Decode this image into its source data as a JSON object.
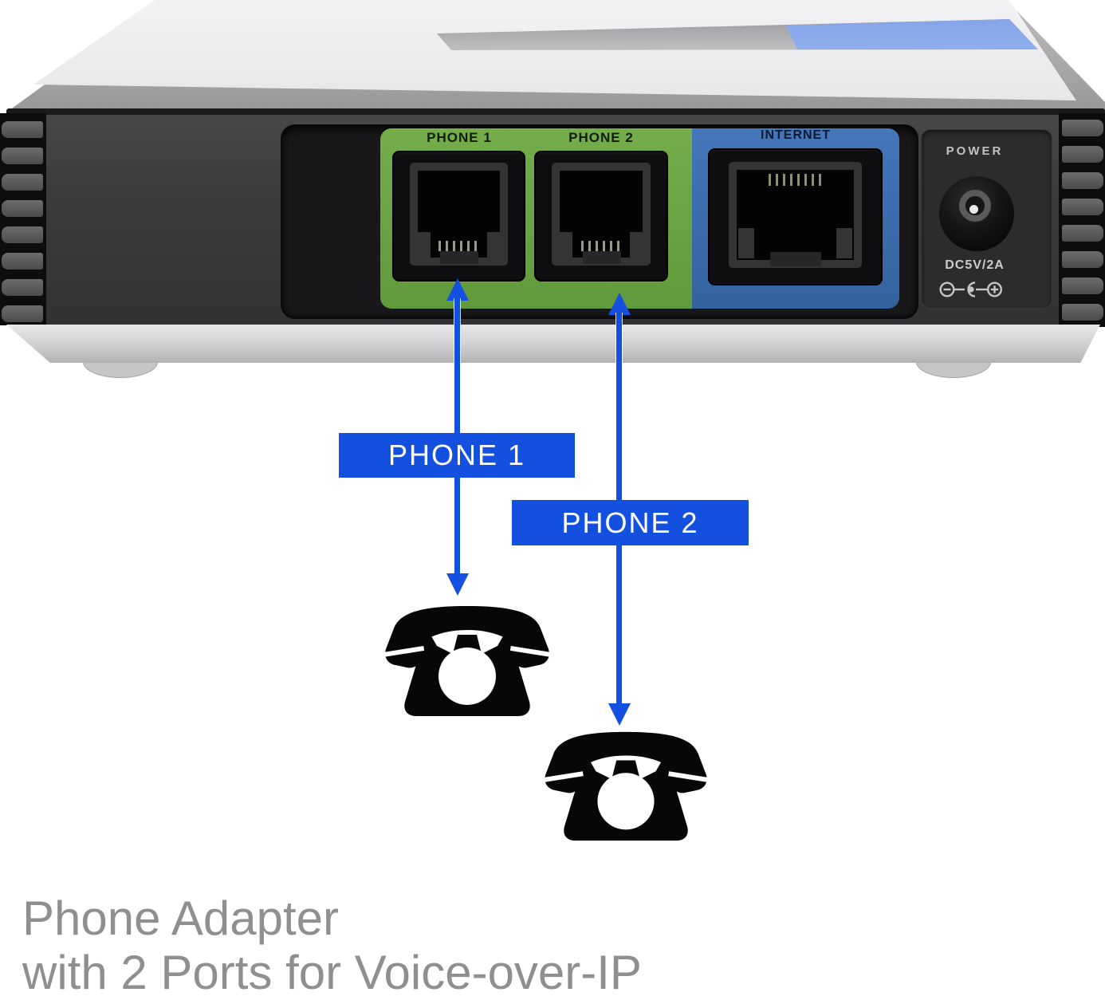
{
  "device": {
    "description": "VoIP phone adapter rear panel",
    "port_labels": {
      "phone1": "PHONE 1",
      "phone2": "PHONE 2",
      "internet": "INTERNET",
      "power": "POWER",
      "power_spec": "DC5V/2A"
    },
    "colors": {
      "phone_section_green": "#6CA845",
      "internet_section_blue": "#3E6FB4",
      "callout_blue": "#1450E0",
      "top_accent_blue": "#8FB0EE"
    }
  },
  "callouts": {
    "phone1_label": "PHONE 1",
    "phone2_label": "PHONE 2"
  },
  "icons": {
    "phone1": "telephone-icon",
    "phone2": "telephone-icon",
    "polarity": "dc-polarity-center-positive-icon"
  },
  "caption": {
    "line1": "Phone Adapter",
    "line2": "with 2 Ports for Voice-over-IP"
  }
}
